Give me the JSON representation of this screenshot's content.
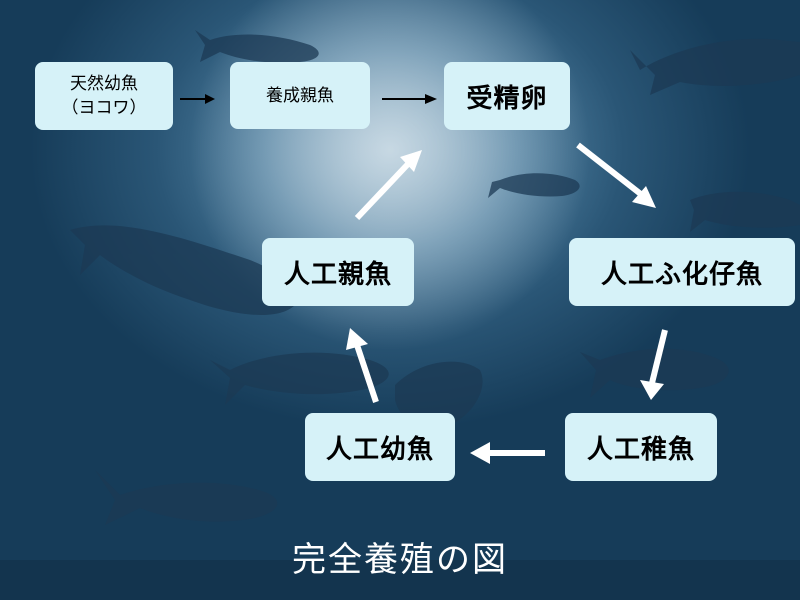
{
  "nodes": {
    "wild_juvenile": {
      "line1": "天然幼魚",
      "line2": "（ヨコワ）"
    },
    "reared_parent": "養成親魚",
    "fertilized_egg": "受精卵",
    "artificial_hatchling": "人工ふ化仔魚",
    "artificial_young": "人工稚魚",
    "artificial_juvenile": "人工幼魚",
    "artificial_parent": "人工親魚"
  },
  "caption": "完全養殖の図",
  "colors": {
    "box": "#d6f2f8",
    "arrow_white": "#ffffff",
    "arrow_black": "#000000",
    "caption": "#ffffff"
  }
}
